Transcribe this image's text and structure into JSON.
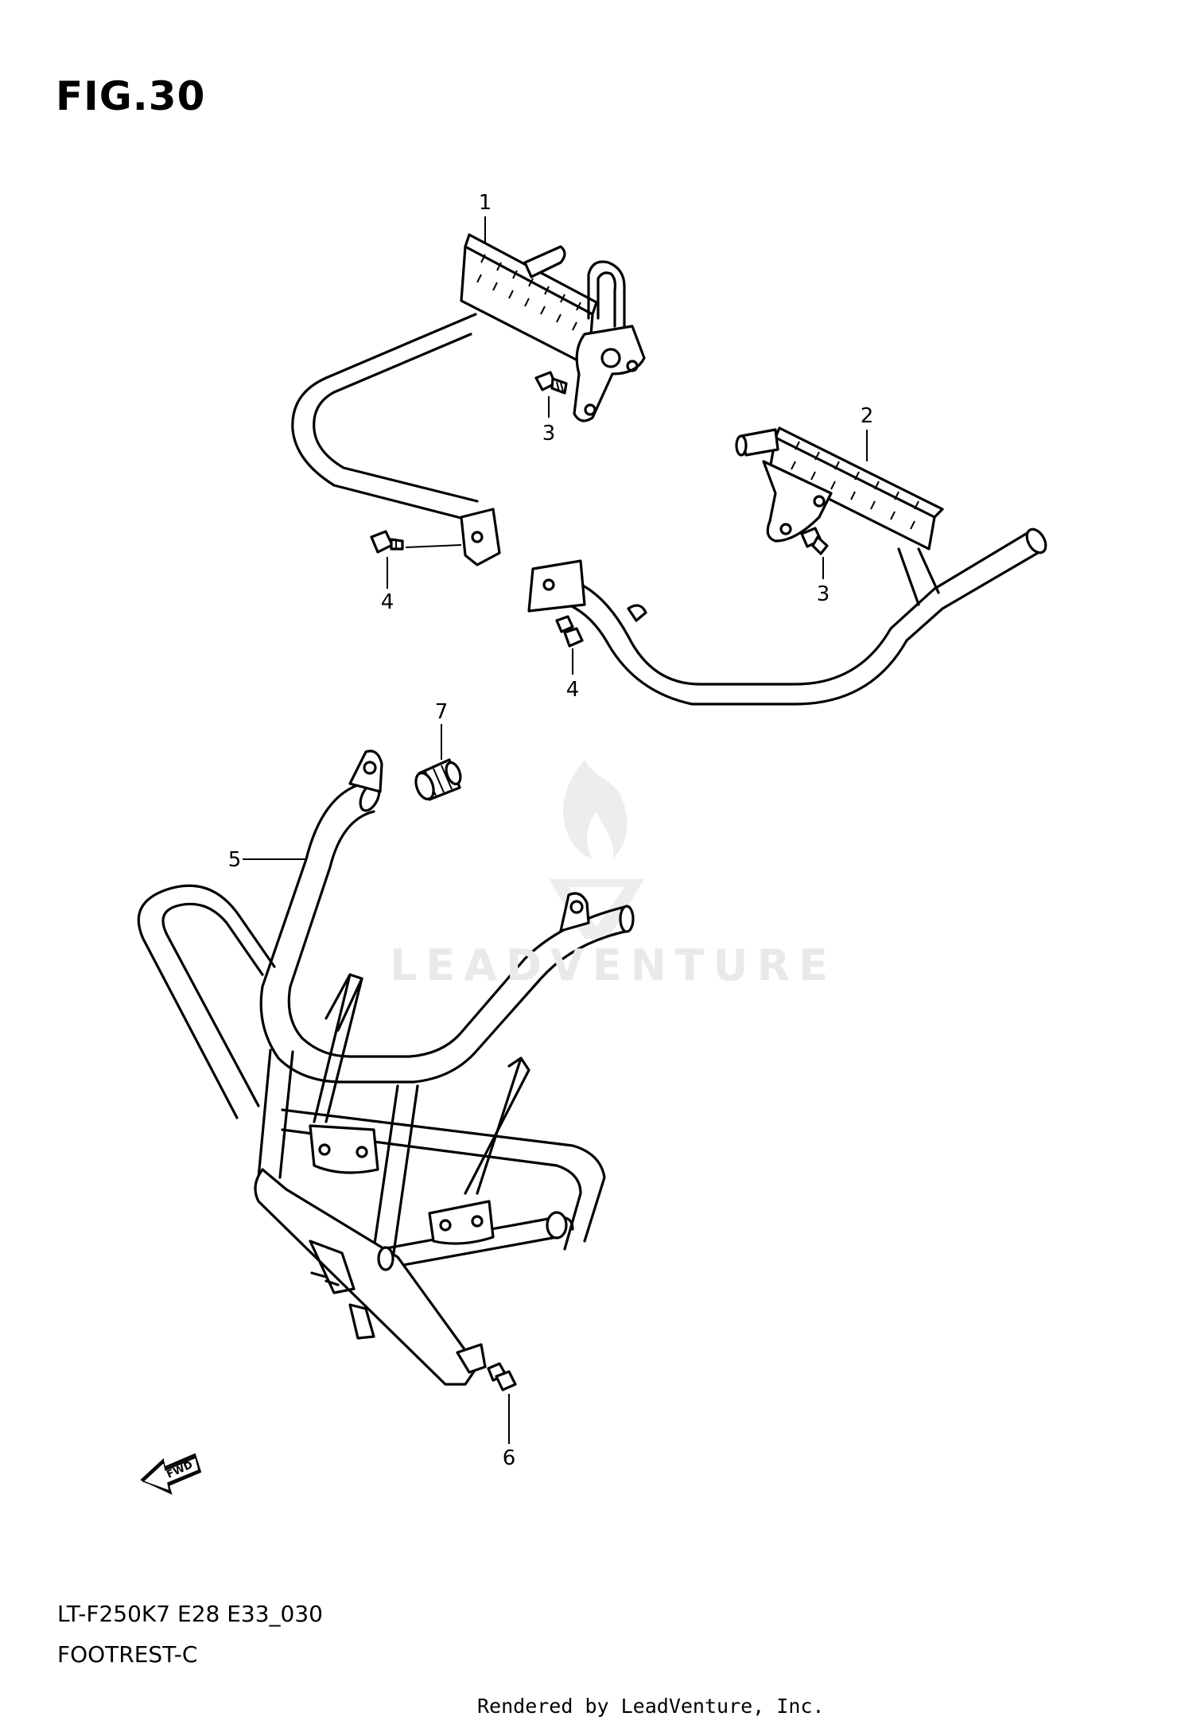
{
  "figure": {
    "title": "FIG.30",
    "code": "LT-F250K7 E28 E33_030",
    "name": "FOOTREST-C"
  },
  "callouts": [
    "1",
    "2",
    "3",
    "3",
    "4",
    "4",
    "5",
    "6",
    "7"
  ],
  "fwd_label": "FWD",
  "watermark": "LEADVENTURE",
  "rendered_by": "Rendered by LeadVenture, Inc."
}
